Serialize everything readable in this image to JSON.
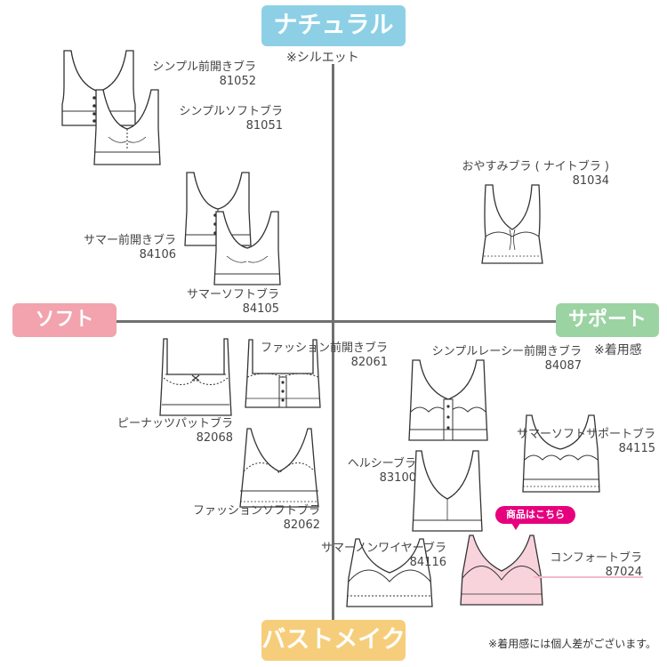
{
  "colors": {
    "natural": "#8dd0e6",
    "soft": "#f2a3ad",
    "support": "#9bd3a3",
    "bustmake": "#f6ce7b",
    "accent": "#e6007e",
    "axis": "#707070",
    "pink_product": "#f8d3dc"
  },
  "axes": {
    "top": "ナチュラル",
    "top_note": "※シルエット",
    "left": "ソフト",
    "right": "サポート",
    "right_note": "※着用感",
    "bottom": "バストメイク"
  },
  "products": [
    {
      "name": "シンプル前開きブラ",
      "code": "81052"
    },
    {
      "name": "シンプルソフトブラ",
      "code": "81051"
    },
    {
      "name": "おやすみブラ ( ナイトブラ )",
      "code": "81034"
    },
    {
      "name": "サマー前開きブラ",
      "code": "84106"
    },
    {
      "name": "サマーソフトブラ",
      "code": "84105"
    },
    {
      "name": "ファッション前開きブラ",
      "code": "82061"
    },
    {
      "name": "ピーナッツパットブラ",
      "code": "82068"
    },
    {
      "name": "ファッションソフトブラ",
      "code": "82062"
    },
    {
      "name": "シンプルレーシー前開きブラ",
      "code": "84087"
    },
    {
      "name": "サマーソフトサポートブラ",
      "code": "84115"
    },
    {
      "name": "ヘルシーブラ",
      "code": "83100"
    },
    {
      "name": "サマーノンワイヤーブラ",
      "code": "84116"
    },
    {
      "name": "コンフォートブラ",
      "code": "87024"
    }
  ],
  "badge": "商品はこちら",
  "footnote": "※着用感には個人差がございます。"
}
